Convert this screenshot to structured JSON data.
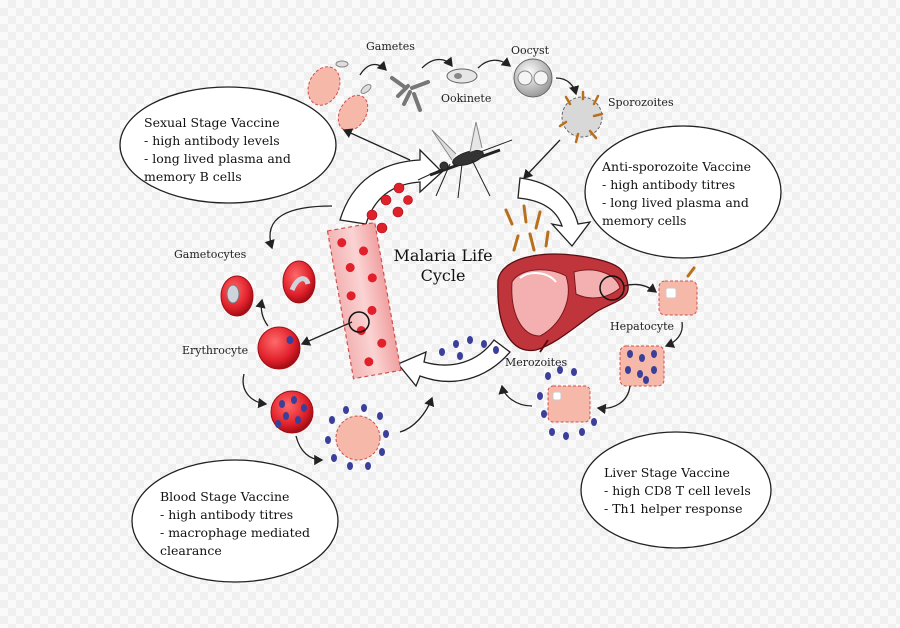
{
  "title": {
    "line1": "Malaria Life",
    "line2": "Cycle"
  },
  "stage_labels": {
    "gametes": "Gametes",
    "oocyst": "Oocyst",
    "ookinete": "Ookinete",
    "sporozoites": "Sporozoites",
    "gametocytes": "Gametocytes",
    "erythrocyte": "Erythrocyte",
    "hepatocyte": "Hepatocyte",
    "merozoites": "Merozoites"
  },
  "vaccines": {
    "sexual": {
      "title": "Sexual Stage Vaccine",
      "lines": [
        "- high antibody levels",
        "- long lived plasma and",
        "memory B cells"
      ]
    },
    "anti_sporozoite": {
      "title": "Anti-sporozoite Vaccine",
      "lines": [
        "- high antibody titres",
        "- long lived plasma and",
        "memory cells"
      ]
    },
    "blood": {
      "title": "Blood Stage Vaccine",
      "lines": [
        "- high antibody titres",
        "- macrophage mediated",
        "clearance"
      ]
    },
    "liver": {
      "title": "Liver Stage Vaccine",
      "lines": [
        "- high CD8 T cell levels",
        "- Th1 helper response"
      ]
    }
  },
  "colors": {
    "rbc_red": "#e0202a",
    "pink_cell": "#f6b8a8",
    "merozoite_blue": "#3a3f9a",
    "sporozoite_brown": "#b8701e",
    "liver": "#c0353c"
  }
}
